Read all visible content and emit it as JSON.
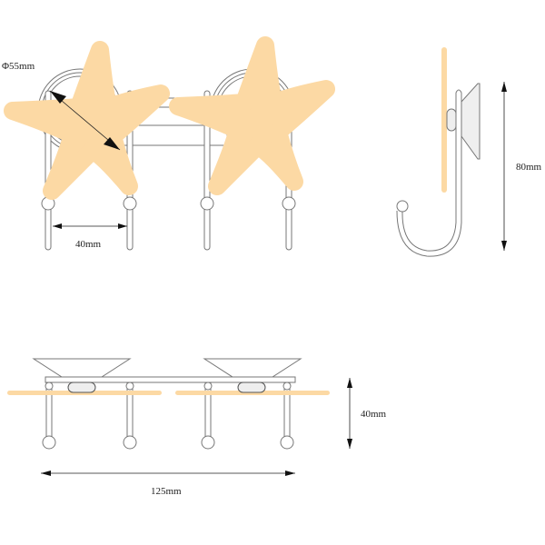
{
  "labels": {
    "diameter": "Φ55mm",
    "hook_spacing": "40mm",
    "height": "80mm",
    "depth": "40mm",
    "total_width": "125mm"
  },
  "colors": {
    "starfish": "#fcd9a4",
    "line": "#777777",
    "dimension": "#222222"
  }
}
